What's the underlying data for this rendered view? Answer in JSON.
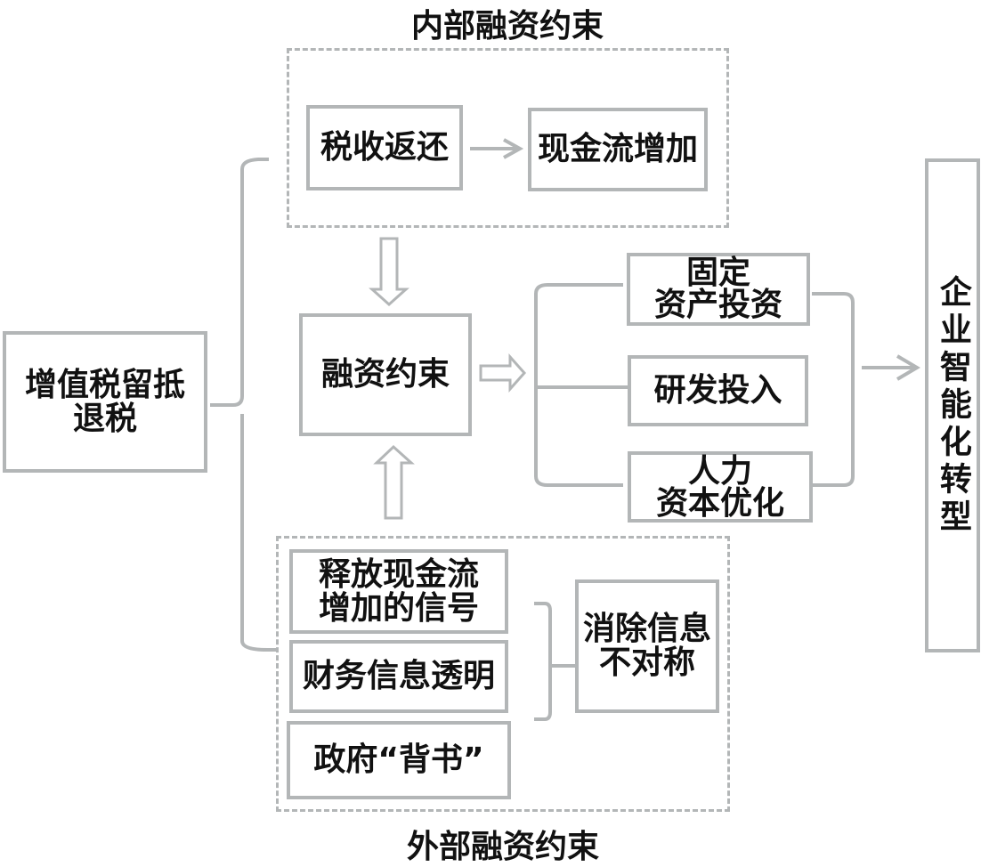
{
  "groups": {
    "internal_title": "内部融资约束",
    "external_title": "外部融资约束"
  },
  "nodes": {
    "vat": "增值税留抵\n退税",
    "tax_return": "税收返还",
    "cash_increase": "现金流增加",
    "financing": "融资约束",
    "fixed_asset": "固定\n资产投资",
    "rnd": "研发投入",
    "human_capital": "人力\n资本优化",
    "signal": "释放现金流\n增加的信号",
    "transparency": "财务信息透明",
    "gov": "政府“背书”",
    "asymmetry": "消除信息\n不对称",
    "transformation": "企业智能化转型"
  },
  "colors": {
    "line": "#b3b6b7",
    "text": "#111111"
  }
}
